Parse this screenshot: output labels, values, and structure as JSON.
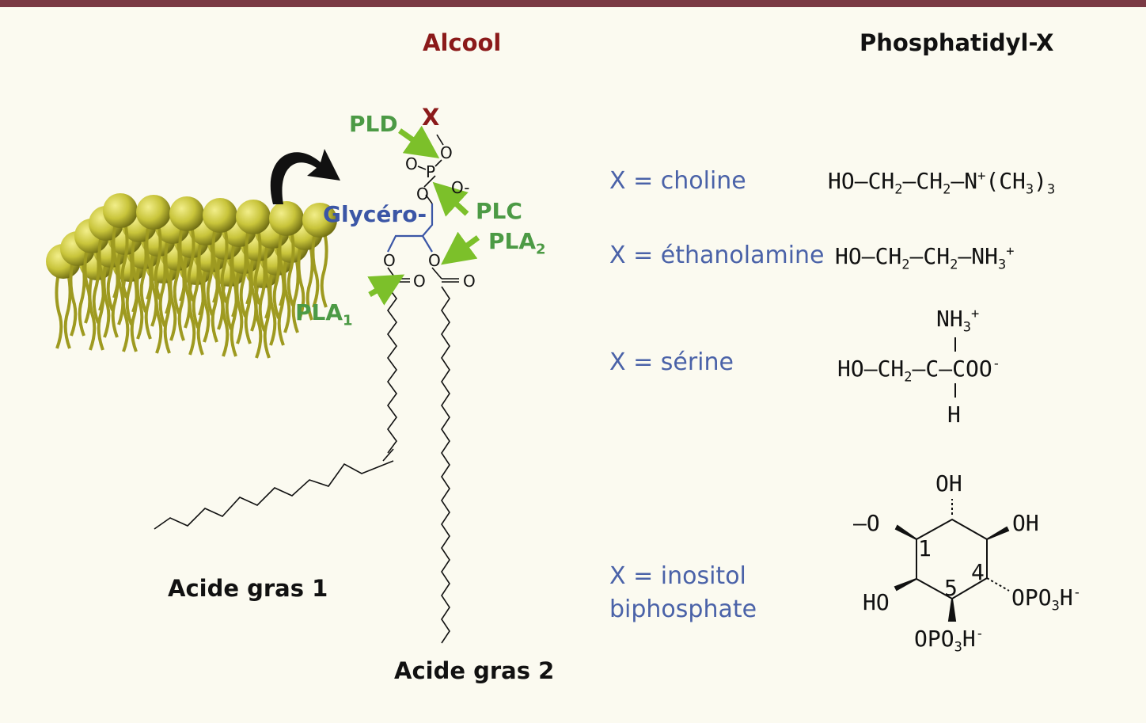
{
  "headers": {
    "alcool": "Alcool",
    "phosphatidyl": "Phosphatidyl-X"
  },
  "colors": {
    "header_alcool": "#8b1a1a",
    "header_phos": "#111111",
    "enzyme": "#4c9a45",
    "glycero": "#3b56a6",
    "x_label": "#4a62a8",
    "arrow_green": "#7cc02a",
    "top_bar": "#7a3a44",
    "lipid_head": "#c8c43a"
  },
  "enzymes": {
    "pld": "PLD",
    "plc": "PLC",
    "pla2_main": "PLA",
    "pla2_sub": "2",
    "pla1_main": "PLA",
    "pla1_sub": "1"
  },
  "backbone": {
    "x_atom": "X",
    "glycero": "Glycéro-",
    "o": "O",
    "p": "P",
    "o_minus": "O-"
  },
  "fatty_acids": {
    "acid1": "Acide gras 1",
    "acid2": "Acide gras 2"
  },
  "x_variants": [
    {
      "label": "X = choline",
      "formula": "HO—CH2—CH2—N+(CH3)3"
    },
    {
      "label": "X = éthanolamine",
      "formula": "HO—CH2—CH2—NH3+"
    },
    {
      "label": "X = sérine",
      "formula": "HO—CH2—C—COO-"
    },
    {
      "label_line1": "X = inositol",
      "label_line2": "biphosphate"
    }
  ],
  "serine_parts": {
    "top": "NH3+",
    "bottom": "H"
  },
  "inositol_parts": {
    "oh_top": "OH",
    "oh_right": "OH",
    "o_link": "—O",
    "ho": "HO",
    "opo3h_right": "OPO3H-",
    "opo3h_bottom": "OPO3H-",
    "n1": "1",
    "n4": "4",
    "n5": "5"
  },
  "icons": {
    "membrane": "lipid-bilayer-icon",
    "curved_arrow": "curved-arrow-icon"
  }
}
